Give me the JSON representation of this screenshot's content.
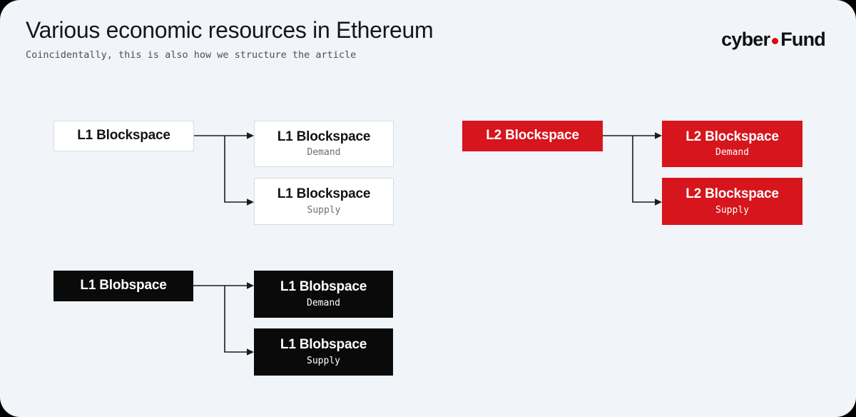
{
  "page": {
    "title": "Various economic resources in Ethereum",
    "subtitle": "Coincidentally, this is also how we structure the article"
  },
  "logo": {
    "text_left": "cyber",
    "text_right": "Fund"
  },
  "colors": {
    "canvas_bg": "#F1F4F8",
    "accent_red": "#D6151C",
    "node_black": "#0A0A0A",
    "node_white_border": "#D7DBE0",
    "connector": "#1C1C1C",
    "logo_dot": "#E30613"
  },
  "diagram": {
    "groups": [
      {
        "id": "l1-blockspace",
        "variant": "white",
        "source": {
          "label": "L1 Blockspace"
        },
        "children": [
          {
            "label": "L1 Blockspace",
            "sublabel": "Demand"
          },
          {
            "label": "L1 Blockspace",
            "sublabel": "Supply"
          }
        ]
      },
      {
        "id": "l2-blockspace",
        "variant": "red",
        "source": {
          "label": "L2 Blockspace"
        },
        "children": [
          {
            "label": "L2 Blockspace",
            "sublabel": "Demand"
          },
          {
            "label": "L2 Blockspace",
            "sublabel": "Supply"
          }
        ]
      },
      {
        "id": "l1-blobspace",
        "variant": "black",
        "source": {
          "label": "L1 Blobspace"
        },
        "children": [
          {
            "label": "L1 Blobspace",
            "sublabel": "Demand"
          },
          {
            "label": "L1 Blobspace",
            "sublabel": "Supply"
          }
        ]
      }
    ]
  }
}
